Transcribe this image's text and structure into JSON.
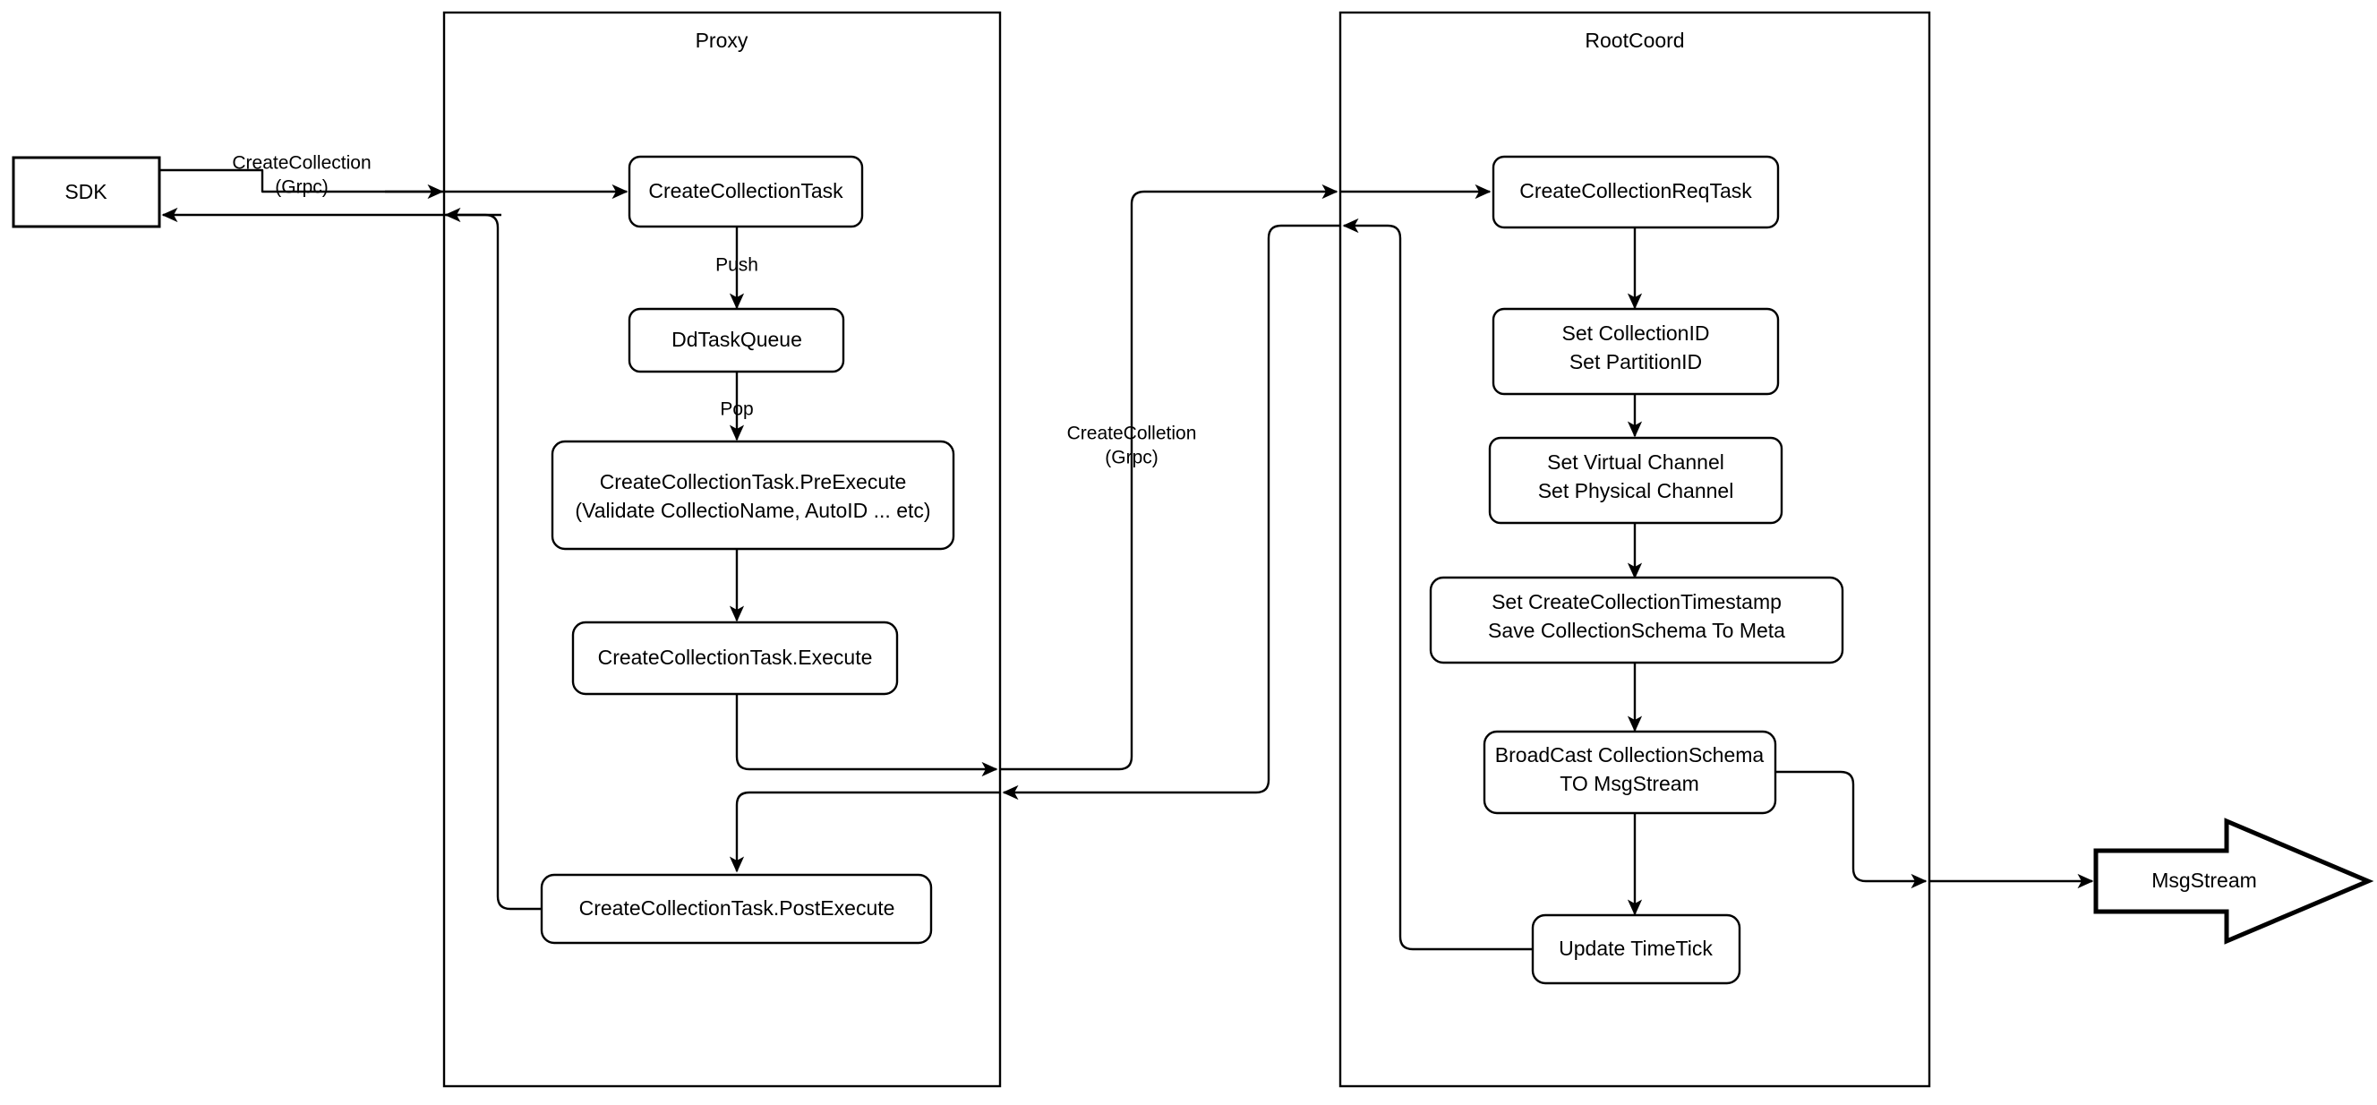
{
  "diagram": {
    "title_sdk": "SDK",
    "containers": [
      {
        "id": "proxy",
        "label": "Proxy"
      },
      {
        "id": "rootcoord",
        "label": "RootCoord"
      }
    ],
    "proxy_nodes": [
      {
        "id": "create-collection-task",
        "label": "CreateCollectionTask"
      },
      {
        "id": "dd-task-queue",
        "label": "DdTaskQueue"
      },
      {
        "id": "pre-execute-line1",
        "label": "CreateCollectionTask.PreExecute"
      },
      {
        "id": "pre-execute-line2",
        "label": "(Validate CollectioName, AutoID ... etc)"
      },
      {
        "id": "execute",
        "label": "CreateCollectionTask.Execute"
      },
      {
        "id": "post-execute",
        "label": "CreateCollectionTask.PostExecute"
      }
    ],
    "rootcoord_nodes": [
      {
        "id": "create-collection-req-task",
        "label": "CreateCollectionReqTask"
      },
      {
        "id": "set-ids-line1",
        "label": "Set CollectionID"
      },
      {
        "id": "set-ids-line2",
        "label": "Set PartitionID"
      },
      {
        "id": "set-channels-line1",
        "label": "Set Virtual Channel"
      },
      {
        "id": "set-channels-line2",
        "label": "Set Physical Channel"
      },
      {
        "id": "set-timestamp-line1",
        "label": "Set CreateCollectionTimestamp"
      },
      {
        "id": "set-timestamp-line2",
        "label": "Save CollectionSchema To Meta"
      },
      {
        "id": "broadcast-line1",
        "label": "BroadCast CollectionSchema"
      },
      {
        "id": "broadcast-line2",
        "label": "TO MsgStream"
      },
      {
        "id": "update-timetick",
        "label": "Update TimeTick"
      }
    ],
    "msgstream": {
      "id": "msgstream",
      "label": "MsgStream"
    },
    "edge_labels": [
      {
        "id": "sdk-grpc-line1",
        "label": "CreateCollection"
      },
      {
        "id": "sdk-grpc-line2",
        "label": "(Grpc)"
      },
      {
        "id": "proxy-rootcoord-grpc-line1",
        "label": "CreateColletion"
      },
      {
        "id": "proxy-rootcoord-grpc-line2",
        "label": "(Grpc)"
      },
      {
        "id": "push",
        "label": "Push"
      },
      {
        "id": "pop",
        "label": "Pop"
      }
    ],
    "colors": {
      "stroke": "#000000",
      "fill": "#ffffff",
      "background": "#ffffff"
    }
  }
}
